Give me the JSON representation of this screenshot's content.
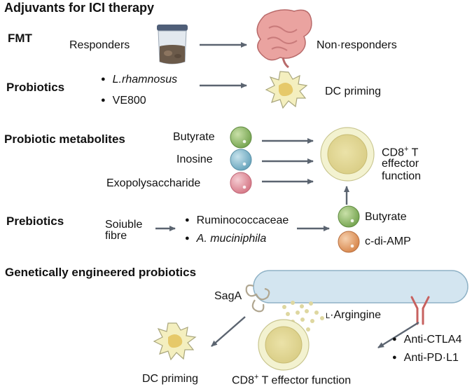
{
  "title": "Adjuvants for ICI therapy",
  "fmt": {
    "heading": "FMT",
    "left": "Responders",
    "right": "Non·responders"
  },
  "probiotics": {
    "heading": "Probiotics",
    "items": [
      "L.rhamnosus",
      "VE800"
    ],
    "result": "DC priming"
  },
  "metabolites": {
    "heading": "Probiotic metabolites",
    "items": [
      "Butyrate",
      "Inosine",
      "Exopolysaccharide"
    ],
    "result_lines": [
      "CD8",
      "effector",
      "function"
    ],
    "result_sup": "+",
    "result_suffix": " T"
  },
  "prebiotics": {
    "heading": "Prebiotics",
    "source_lines": [
      "Soiuble",
      "fibre"
    ],
    "items": [
      "Ruminococcaceae",
      "A. muciniphila"
    ],
    "outputs": [
      "Butyrate",
      "c-di-AMP"
    ]
  },
  "engineered": {
    "heading": "Genetically engineered probiotics",
    "saga": "SagA",
    "arg_prefix": "L",
    "arg": "·Argingine",
    "antibodies": [
      "Anti-CTLA4",
      "Anti-PD·L1"
    ],
    "dc": "DC priming",
    "cd8_prefix": "CD8",
    "cd8_sup": "+",
    "cd8_suffix": " T effector function"
  },
  "colors": {
    "arrow": "#5b6470",
    "butyrate": "#8fb86a",
    "inosine": "#86bcd0",
    "exopoly": "#e39aa5",
    "cdiamp": "#e2a06c",
    "tcell_outer": "#f1f1cc",
    "tcell_inner": "#e3d99a",
    "dc_body": "#f4f0c0",
    "dc_nucleus": "#e6c96a",
    "bacterium": "#cfe3ef",
    "gut": "#e9a0a0"
  }
}
